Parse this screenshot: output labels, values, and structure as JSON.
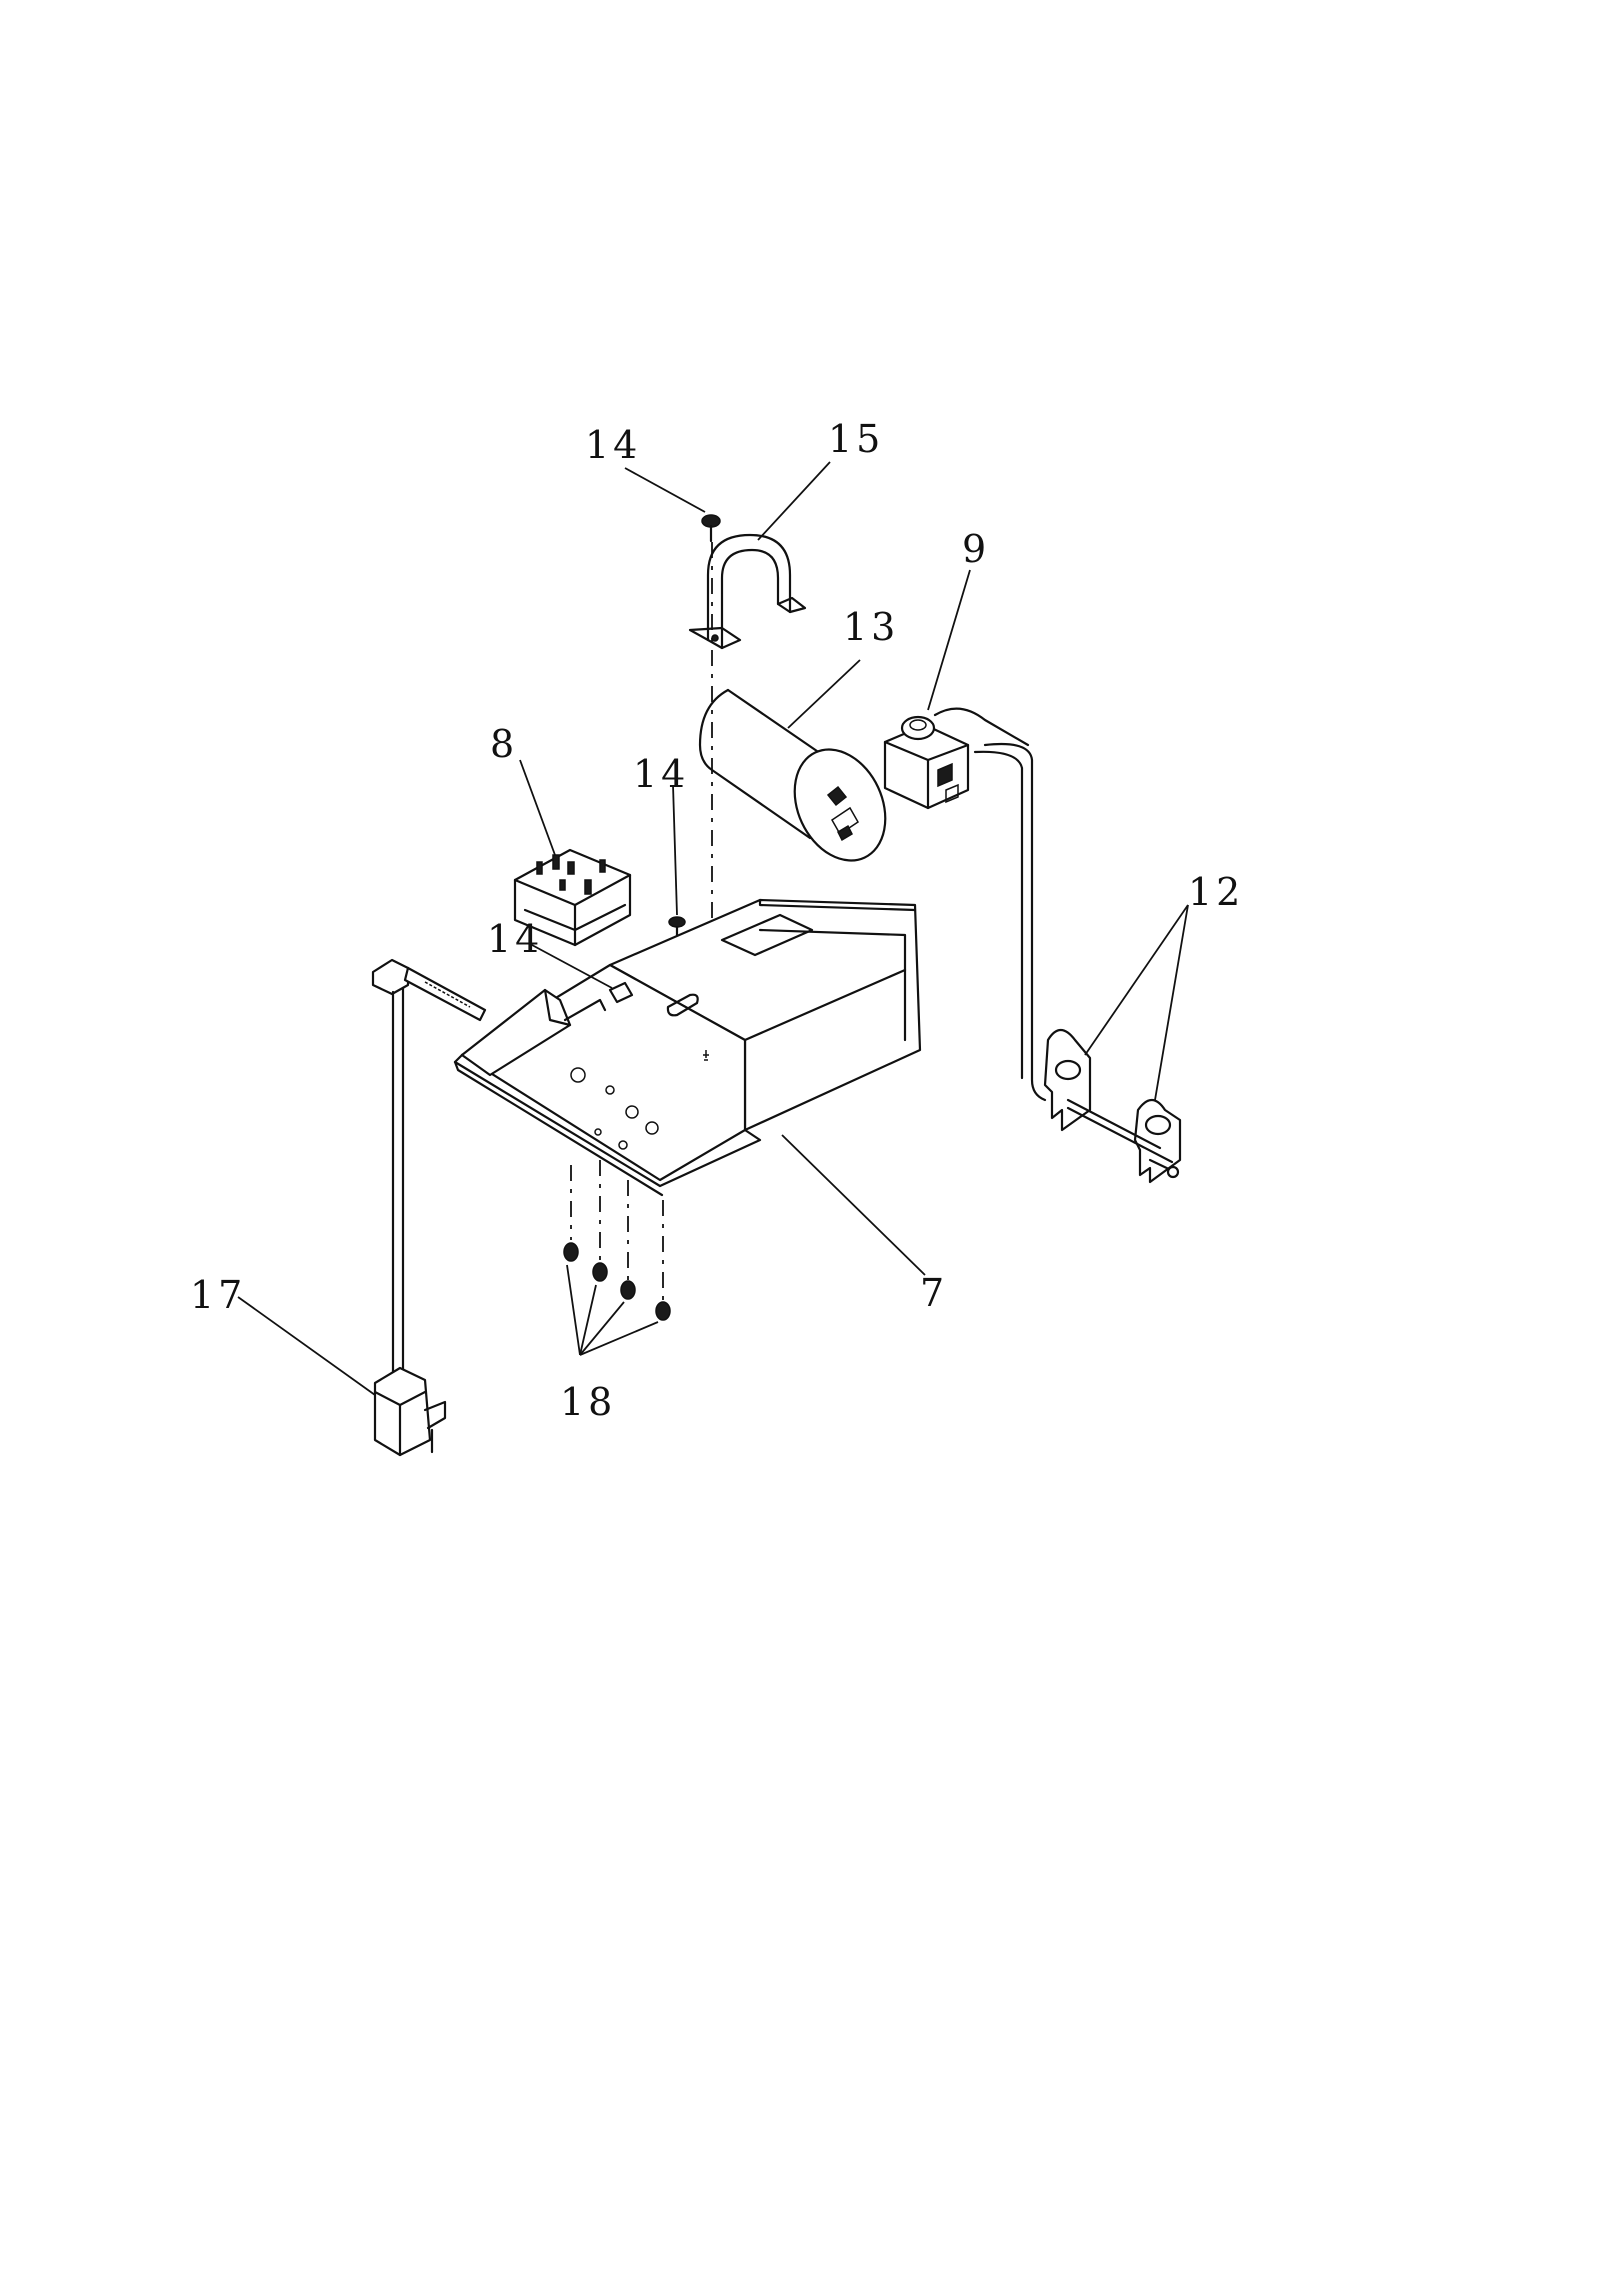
{
  "callouts": {
    "c14_top": "14",
    "c15": "15",
    "c9": "9",
    "c13": "13",
    "c8": "8",
    "c14_mid": "14",
    "c14_left": "14",
    "c12": "12",
    "c17": "17",
    "c7": "7",
    "c18": "18"
  }
}
